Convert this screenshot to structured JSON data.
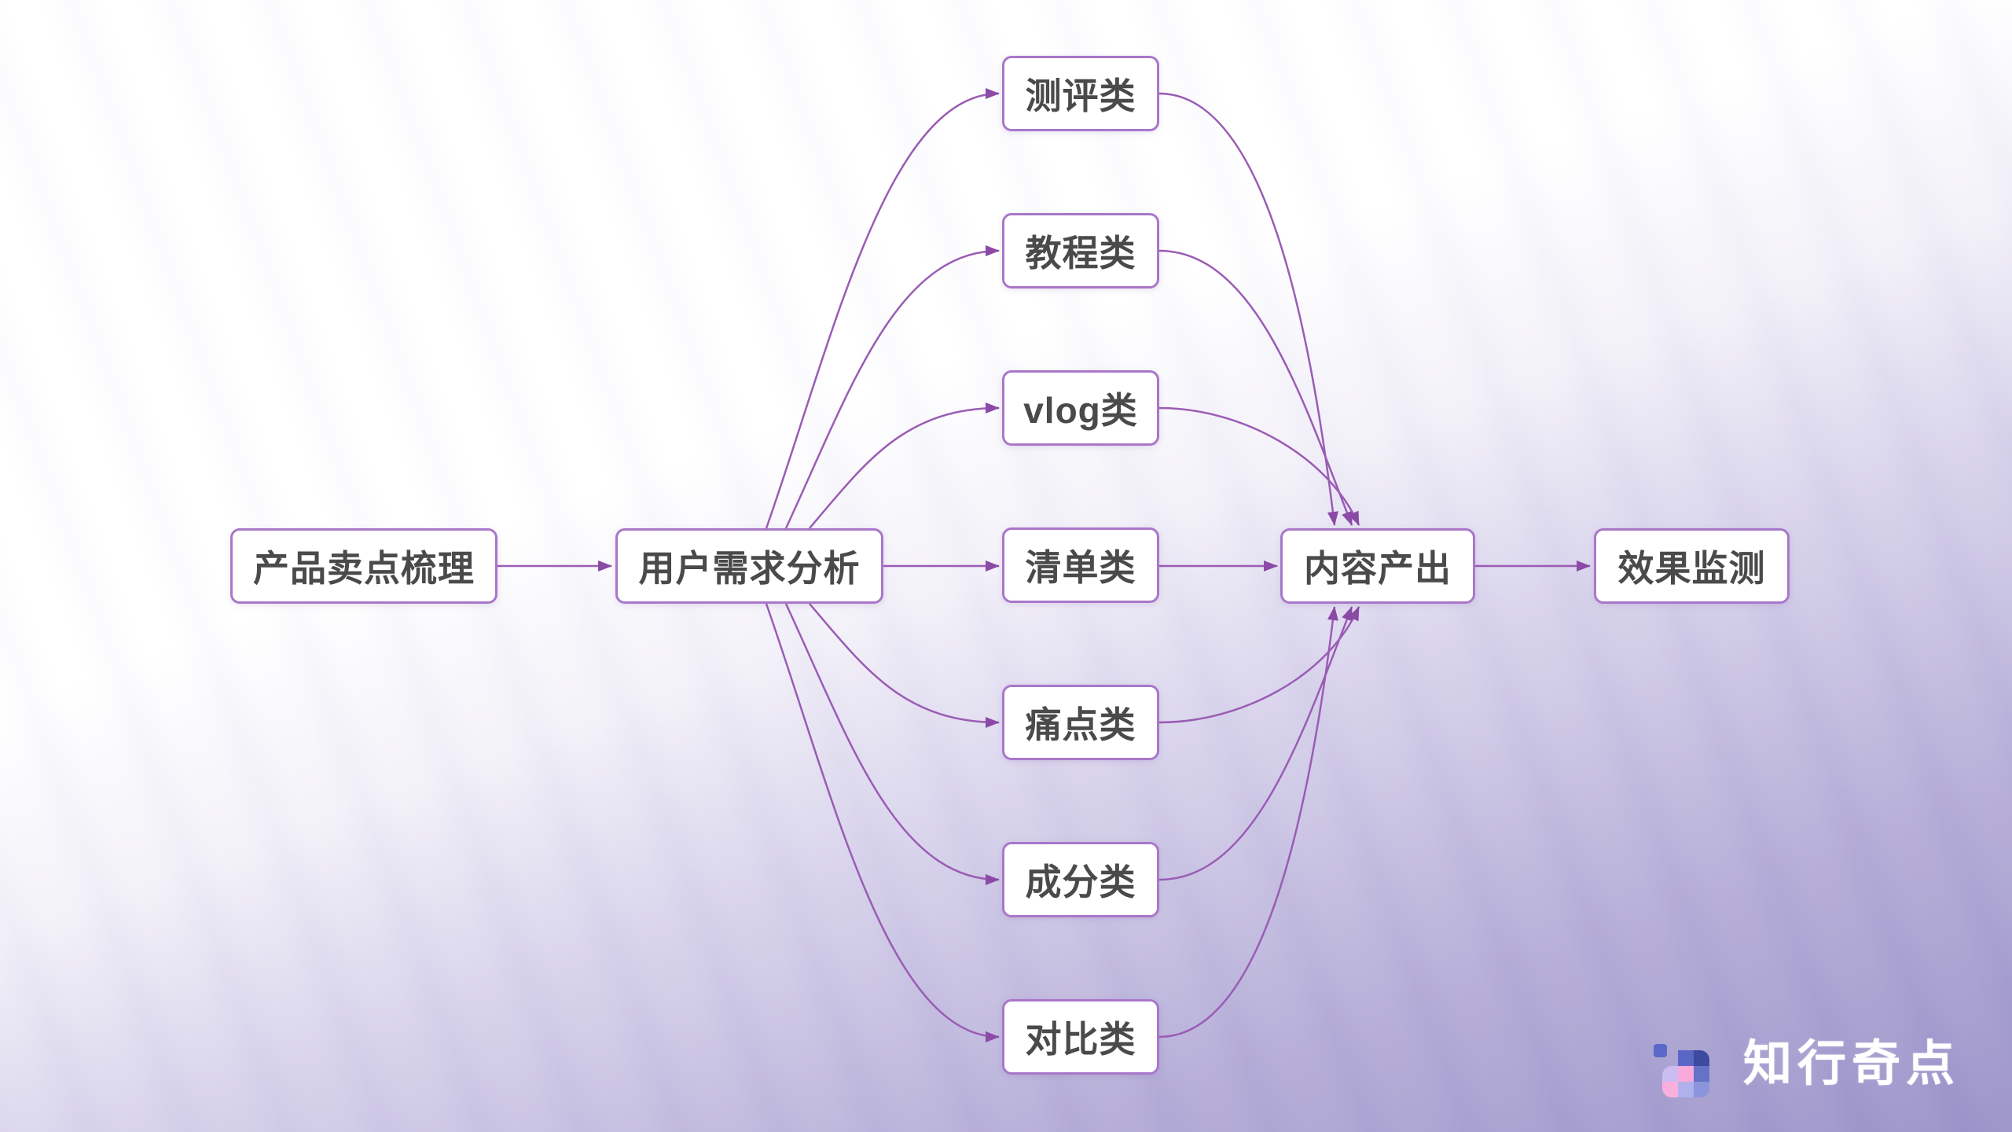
{
  "diagram": {
    "title_hint": "content marketing flow",
    "nodes": {
      "start": "产品卖点梳理",
      "analysis": "用户需求分析",
      "output": "内容产出",
      "monitor": "效果监测"
    },
    "content_types": [
      "测评类",
      "教程类",
      "vlog类",
      "清单类",
      "痛点类",
      "成分类",
      "对比类"
    ],
    "edges": [
      {
        "from": "产品卖点梳理",
        "to": "用户需求分析"
      },
      {
        "from": "用户需求分析",
        "to": "测评类"
      },
      {
        "from": "用户需求分析",
        "to": "教程类"
      },
      {
        "from": "用户需求分析",
        "to": "vlog类"
      },
      {
        "from": "用户需求分析",
        "to": "清单类"
      },
      {
        "from": "用户需求分析",
        "to": "痛点类"
      },
      {
        "from": "用户需求分析",
        "to": "成分类"
      },
      {
        "from": "用户需求分析",
        "to": "对比类"
      },
      {
        "from": "测评类",
        "to": "内容产出"
      },
      {
        "from": "教程类",
        "to": "内容产出"
      },
      {
        "from": "vlog类",
        "to": "内容产出"
      },
      {
        "from": "清单类",
        "to": "内容产出"
      },
      {
        "from": "痛点类",
        "to": "内容产出"
      },
      {
        "from": "成分类",
        "to": "内容产出"
      },
      {
        "from": "对比类",
        "to": "内容产出"
      },
      {
        "from": "内容产出",
        "to": "效果监测"
      }
    ]
  },
  "colors": {
    "connector": "#9a5cb4",
    "arrowhead": "#8a4aa6",
    "node_border": "#a977c9",
    "node_text": "#4a4a4a",
    "node_bg": "#ffffff",
    "logo_text_color": "#ffffff",
    "background_top_left": "#ffffff",
    "background_bottom_left": "#d9d4ec",
    "background_bottom_right": "#9991c8"
  },
  "logo": {
    "name": "知行奇点",
    "icon_colors": [
      "#5c68c8",
      "#5b67c7",
      "#3e4a9d",
      "#cbbcf1",
      "#f9a9da",
      "#6572c8",
      "#f9b0dc",
      "#aeb1ea",
      "#8c94dc"
    ]
  }
}
